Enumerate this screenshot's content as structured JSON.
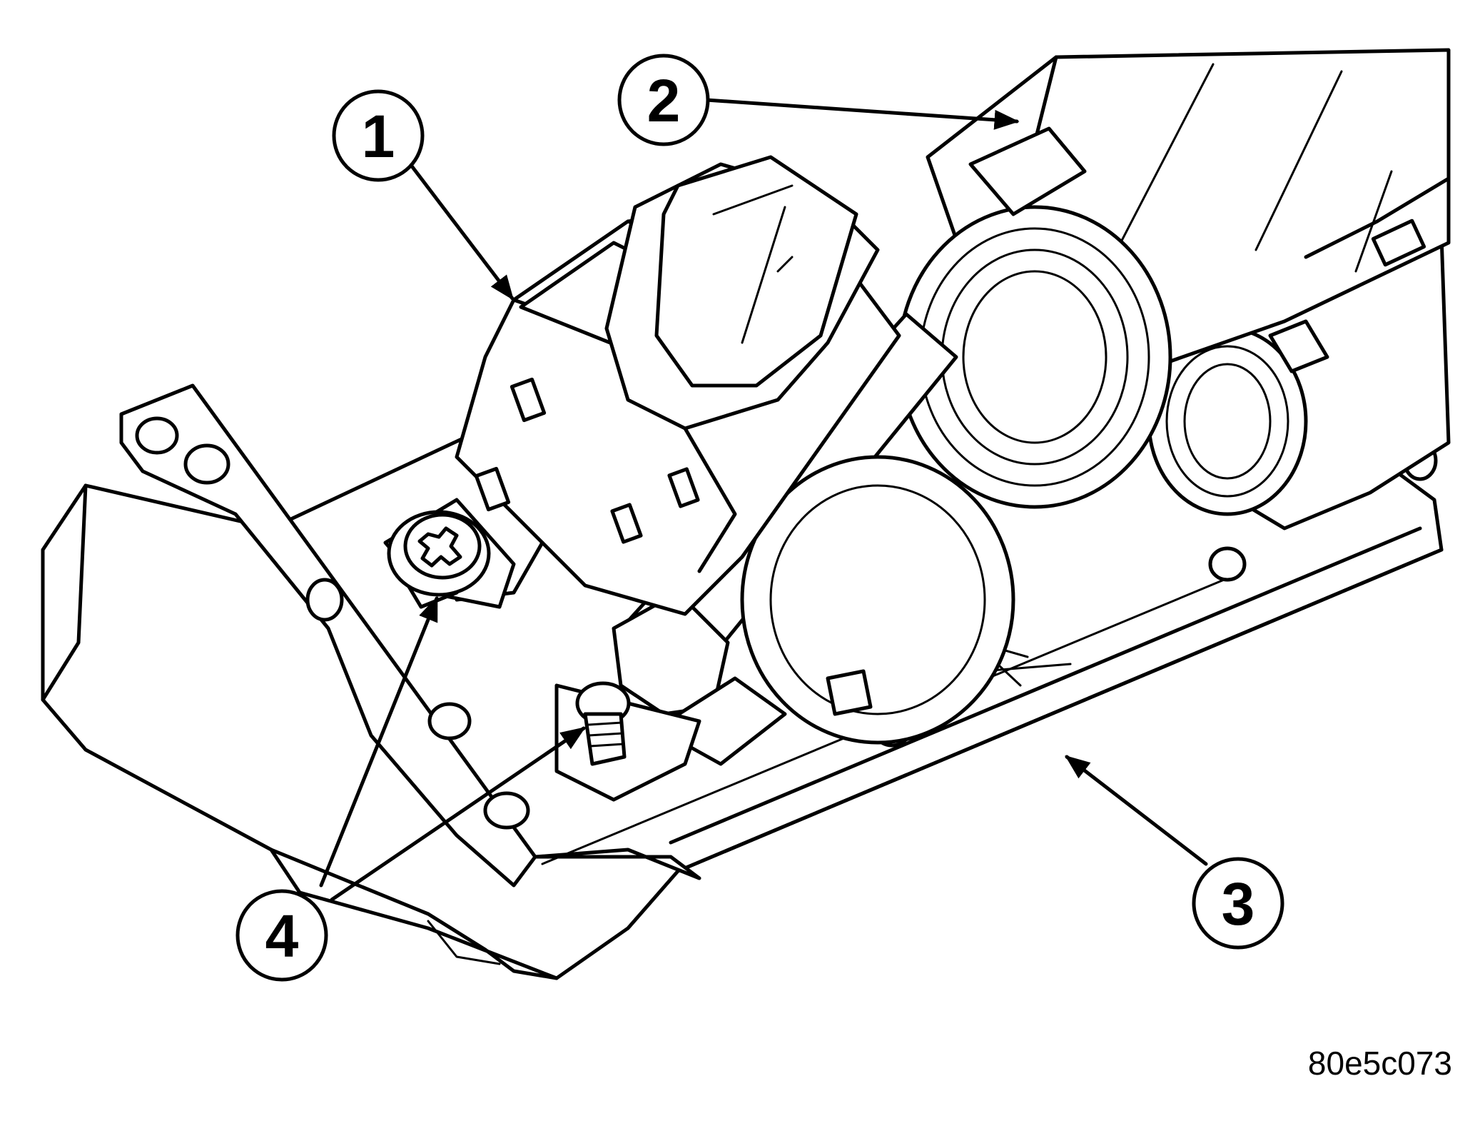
{
  "callouts": [
    {
      "id": "1",
      "label": "1"
    },
    {
      "id": "2",
      "label": "2"
    },
    {
      "id": "3",
      "label": "3"
    },
    {
      "id": "4",
      "label": "4"
    }
  ],
  "figure_id": "80e5c073"
}
